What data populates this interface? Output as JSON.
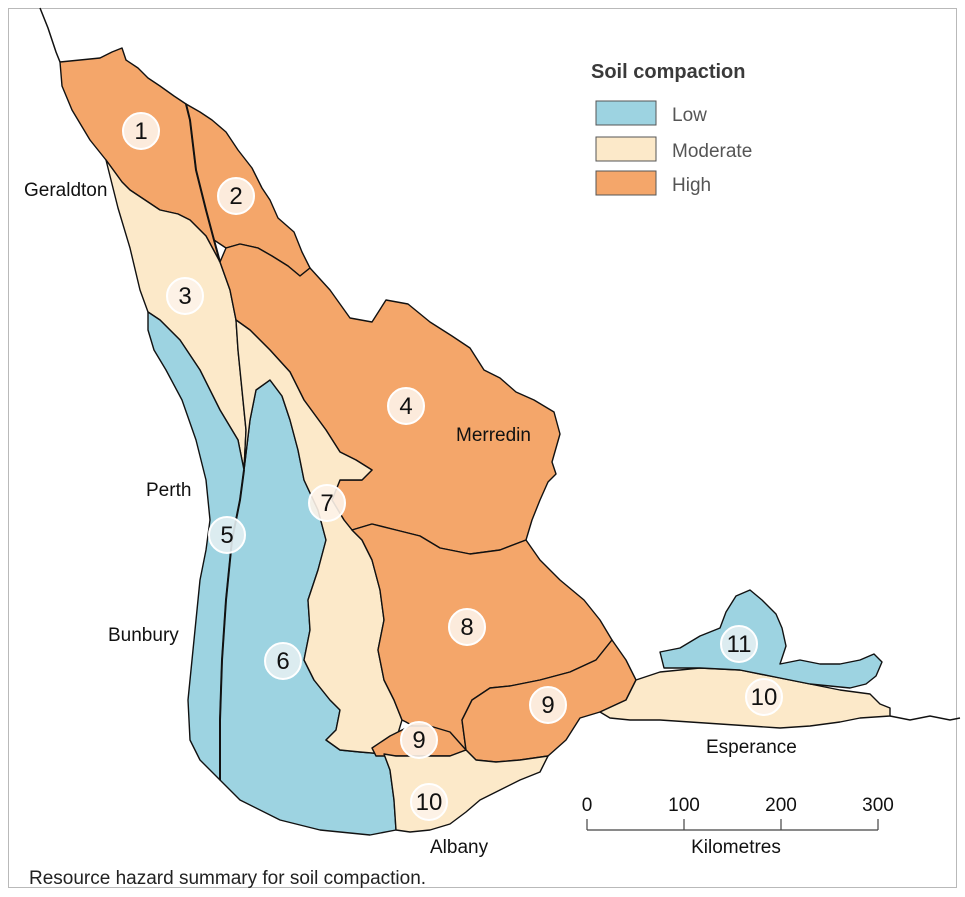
{
  "colors": {
    "low": "#9dd3e1",
    "moderate": "#fce9c9",
    "high": "#f4a66a",
    "outline": "#111111",
    "badge_fill": "#fdf3e9"
  },
  "legend": {
    "title": "Soil compaction",
    "items": [
      {
        "label": "Low",
        "level": "low"
      },
      {
        "label": "Moderate",
        "level": "moderate"
      },
      {
        "label": "High",
        "level": "high"
      }
    ]
  },
  "regions": [
    {
      "number": "1",
      "hazard": "high"
    },
    {
      "number": "2",
      "hazard": "high"
    },
    {
      "number": "3",
      "hazard": "moderate"
    },
    {
      "number": "4",
      "hazard": "high"
    },
    {
      "number": "5",
      "hazard": "low"
    },
    {
      "number": "6",
      "hazard": "low"
    },
    {
      "number": "7",
      "hazard": "moderate"
    },
    {
      "number": "8",
      "hazard": "high"
    },
    {
      "number": "9",
      "hazard": "high"
    },
    {
      "number": "9",
      "hazard": "high"
    },
    {
      "number": "10",
      "hazard": "moderate"
    },
    {
      "number": "10",
      "hazard": "moderate"
    },
    {
      "number": "11",
      "hazard": "low"
    }
  ],
  "places": [
    "Geraldton",
    "Merredin",
    "Perth",
    "Bunbury",
    "Esperance",
    "Albany"
  ],
  "scale": {
    "ticks": [
      "0",
      "100",
      "200",
      "300"
    ],
    "unit": "Kilometres"
  },
  "caption": "Resource hazard summary for soil compaction."
}
